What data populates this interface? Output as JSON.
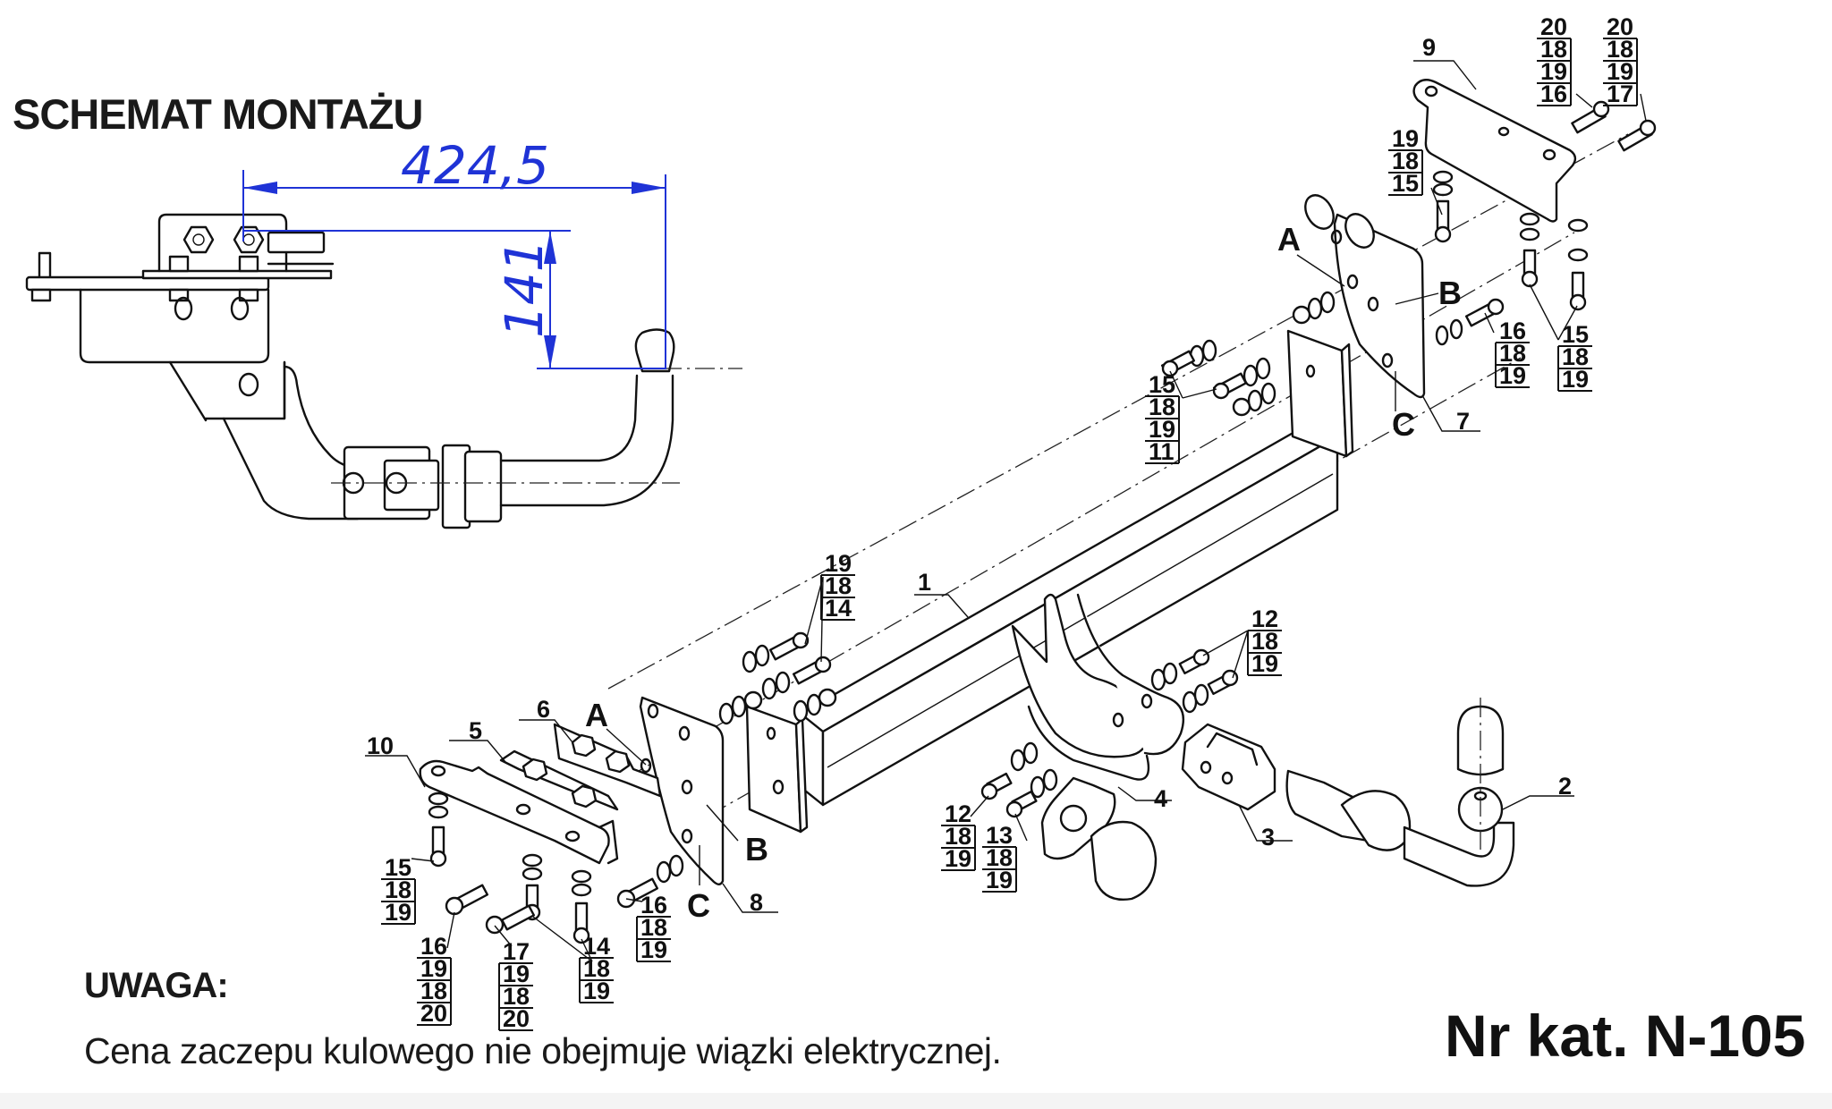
{
  "header": {
    "title": "SCHEMAT MONTAŻU"
  },
  "dimensions": {
    "horizontal": "424,5",
    "vertical": "141",
    "color": "#1f33d6"
  },
  "footer": {
    "note_heading": "UWAGA:",
    "note_text": "Cena zaczepu kulowego nie obejmuje wiązki elektrycznej.",
    "catalog_number": "Nr kat. N-105"
  },
  "part_labels": {
    "p1": "1",
    "p2": "2",
    "p3": "3",
    "p4": "4",
    "p5": "5",
    "p6": "6",
    "p7": "7",
    "p8": "8",
    "p9": "9",
    "p10": "10"
  },
  "point_labels": {
    "right_a": "A",
    "right_b": "B",
    "right_c": "C",
    "left_a": "A",
    "left_b": "B",
    "left_c": "C"
  },
  "fastener_stacks": [
    {
      "id": "top-right-1",
      "items": [
        "20",
        "18",
        "19",
        "16"
      ]
    },
    {
      "id": "top-right-2",
      "items": [
        "20",
        "18",
        "19",
        "17"
      ]
    },
    {
      "id": "bracket-9-bolt",
      "items": [
        "19",
        "18",
        "15"
      ]
    },
    {
      "id": "right-plate-bolts",
      "items": [
        "15",
        "18",
        "19",
        "11"
      ]
    },
    {
      "id": "right-side-bolt",
      "items": [
        "16",
        "18",
        "19"
      ]
    },
    {
      "id": "right-vertical-bolts",
      "items": [
        "15",
        "18",
        "19"
      ]
    },
    {
      "id": "left-plate-bolts",
      "items": [
        "19",
        "18",
        "14"
      ]
    },
    {
      "id": "center-bolts",
      "items": [
        "12",
        "18",
        "19"
      ]
    },
    {
      "id": "socket-bolt-12",
      "items": [
        "12",
        "18",
        "19"
      ]
    },
    {
      "id": "socket-bolt-13",
      "items": [
        "13",
        "18",
        "19"
      ]
    },
    {
      "id": "bracket-10-bolt",
      "items": [
        "15",
        "18",
        "19"
      ]
    },
    {
      "id": "bottom-bolt-16",
      "items": [
        "16",
        "19",
        "18",
        "20"
      ]
    },
    {
      "id": "bottom-bolt-17",
      "items": [
        "17",
        "19",
        "18",
        "20"
      ]
    },
    {
      "id": "bottom-bolt-14",
      "items": [
        "14",
        "18",
        "19"
      ]
    },
    {
      "id": "left-side-bolt",
      "items": [
        "16",
        "18",
        "19"
      ]
    }
  ]
}
